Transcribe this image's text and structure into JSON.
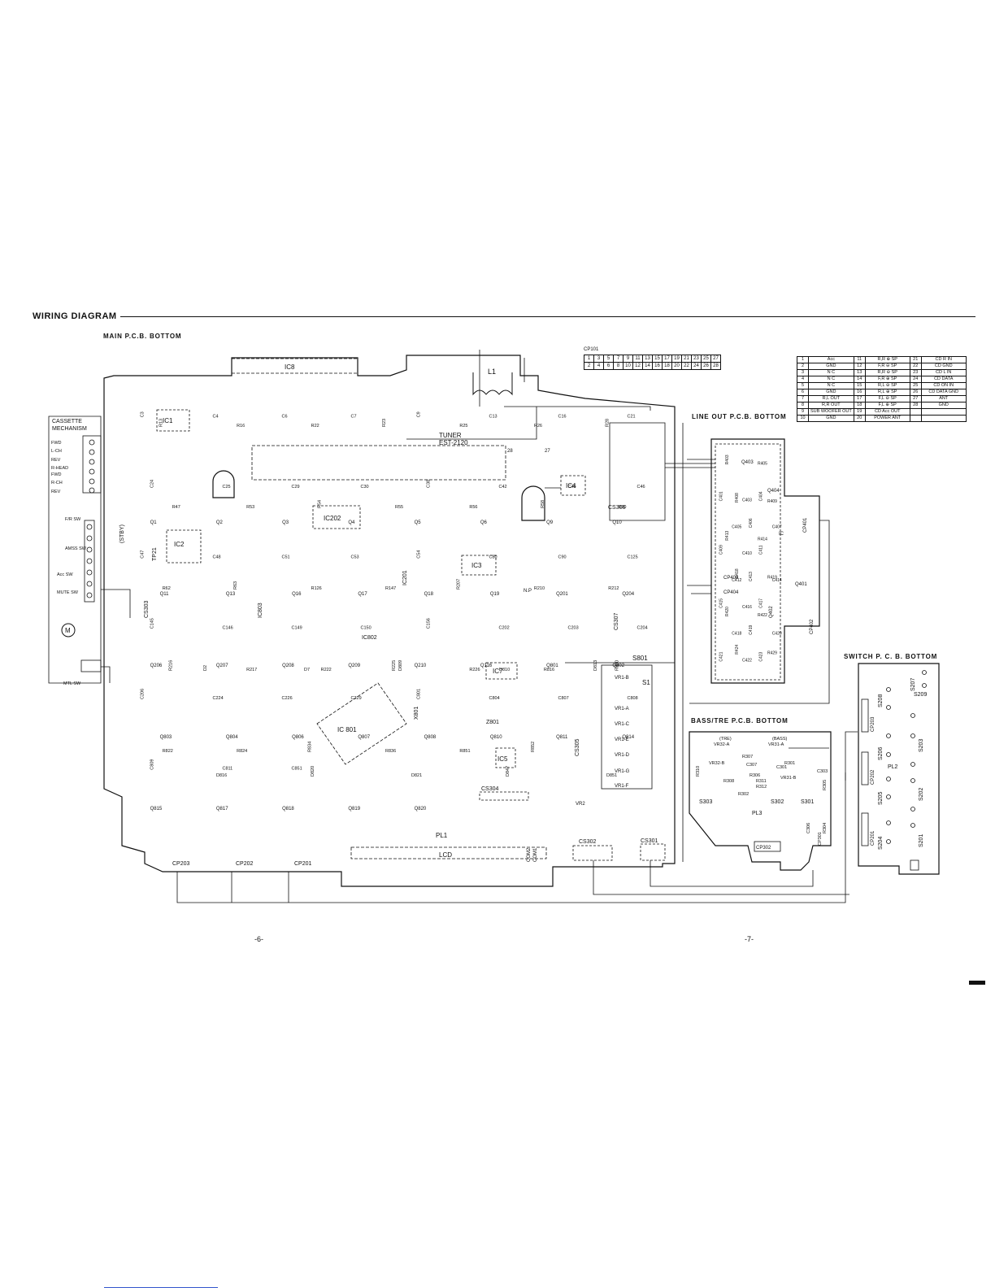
{
  "header": {
    "title": "WIRING DIAGRAM"
  },
  "boards": {
    "main": "MAIN P.C.B.  BOTTOM",
    "line_out": "LINE OUT P.C.B. BOTTOM",
    "switch": "SWITCH P. C. B.  BOTTOM",
    "bass_tre": "BASS/TRE P.C.B. BOTTOM"
  },
  "cassette": {
    "title_line1": "CASSETTE",
    "title_line2": "MECHANISM",
    "pins": [
      "FWD",
      "L-CH",
      "REV",
      "R-HEAD",
      "FWD",
      "R-CH",
      "REV"
    ],
    "switches": [
      "F/R SW",
      "AMSS SW",
      "Acc SW",
      "MUTE SW"
    ],
    "motor": "M",
    "mtl_sw": "MTL SW"
  },
  "connector_cp101": {
    "label": "CP101",
    "row_odd": [
      "1",
      "3",
      "5",
      "7",
      "9",
      "11",
      "13",
      "15",
      "17",
      "19",
      "21",
      "23",
      "25",
      "27"
    ],
    "row_even": [
      "2",
      "4",
      "6",
      "8",
      "10",
      "12",
      "14",
      "16",
      "18",
      "20",
      "22",
      "24",
      "26",
      "28"
    ]
  },
  "pin_table": {
    "rows": [
      [
        "1",
        "Acc",
        "11",
        "R,R ⊕ SP",
        "21",
        "CD R IN"
      ],
      [
        "2",
        "GND",
        "12",
        "F,R ⊖ SP",
        "22",
        "CD GND"
      ],
      [
        "3",
        "N C",
        "13",
        "R,R ⊖ SP",
        "23",
        "CD L IN"
      ],
      [
        "4",
        "N C",
        "14",
        "F,R ⊕ SP",
        "24",
        "CD DATA"
      ],
      [
        "5",
        "N C",
        "15",
        "R,L ⊖ SP",
        "25",
        "CD ON IN"
      ],
      [
        "6",
        "GND",
        "16",
        "R,L ⊕ SP",
        "26",
        "CD DATA GND"
      ],
      [
        "7",
        "R,L OUT",
        "17",
        "F,L ⊖ SP",
        "27",
        "ANT"
      ],
      [
        "8",
        "R,R OUT",
        "18",
        "F,L ⊕ SP",
        "28",
        "GND"
      ],
      [
        "9",
        "SUB WOOFER OUT",
        "19",
        "CD Acc OUT",
        "",
        ""
      ],
      [
        "10",
        "GND",
        "20",
        "POWER ANT",
        "",
        ""
      ]
    ]
  },
  "main_labels": {
    "ic8": "IC8",
    "ic1": "IC1",
    "ic2": "IC2",
    "ic3": "IC3",
    "ic4": "IC4",
    "ic5": "IC5",
    "ic7": "IC7",
    "ic201": "IC201",
    "ic202": "IC202",
    "ic801": "IC 801",
    "ic802": "IC802",
    "ic803": "IC803",
    "tuner_line1": "TUNER",
    "tuner_line2": "EST-2120",
    "l1": "L1",
    "lcd": "LCD",
    "pl1": "PL1",
    "s801": "S801",
    "s1": "S1",
    "x801": "X801",
    "tp21": "TP21",
    "stby": "(STBY)",
    "cs302": "CS302",
    "cs301": "CS301",
    "cs303": "CS303",
    "cs304": "CS304",
    "cs305": "CS305",
    "cs306": "CS306",
    "cs307": "CS307",
    "cp201": "CP201",
    "cp202": "CP202",
    "cp203": "CP203",
    "com1": "COM1",
    "com2": "COM2",
    "vr_labels": [
      "VR1-B",
      "VR1-A",
      "VR1-C",
      "VR1-E",
      "VR1-D",
      "VR1-G",
      "VR1-F"
    ],
    "vr2": "VR2",
    "pin27": "27",
    "pin28": "28",
    "q_labels": [
      "Q1",
      "Q2",
      "Q3",
      "Q4",
      "Q5",
      "Q6",
      "Q9",
      "Q10",
      "Q11",
      "Q13",
      "Q16",
      "Q17",
      "Q18",
      "Q19",
      "Q201",
      "Q204",
      "Q206",
      "Q207",
      "Q208",
      "Q209",
      "Q210",
      "Q116",
      "Q801",
      "Q802",
      "Q803",
      "Q804",
      "Q806",
      "Q807",
      "Q808",
      "Q810",
      "Q811",
      "Q814",
      "Q815",
      "Q817",
      "Q818",
      "Q819",
      "Q820"
    ],
    "r_labels": [
      "R13",
      "R16",
      "R22",
      "R23",
      "R25",
      "R26",
      "R28",
      "R47",
      "R53",
      "R54",
      "R55",
      "R56",
      "R58",
      "R60",
      "R62",
      "R63",
      "R126",
      "R147",
      "R207",
      "R210",
      "R212",
      "R216",
      "R217",
      "R222",
      "R225",
      "R226",
      "R816",
      "R820",
      "R822",
      "R824",
      "R834",
      "R836",
      "R851",
      "R852"
    ],
    "c_labels": [
      "C3",
      "C4",
      "C6",
      "C7",
      "C9",
      "C13",
      "C16",
      "C21",
      "C24",
      "C25",
      "C29",
      "C30",
      "C38",
      "C42",
      "C45",
      "C46",
      "C47",
      "C48",
      "C51",
      "C53",
      "C54",
      "C80",
      "C90",
      "C125",
      "C145",
      "C146",
      "C149",
      "C150",
      "C156",
      "C202",
      "C203",
      "C204",
      "C206",
      "C224",
      "C226",
      "C229",
      "C801",
      "C804",
      "C807",
      "C808",
      "C809",
      "C811",
      "C851"
    ],
    "d_labels": [
      "D2",
      "D7",
      "D809",
      "D810",
      "D813",
      "D816",
      "D820",
      "D821",
      "D847",
      "D851"
    ],
    "z801": "Z801",
    "n_p": "N.P"
  },
  "line_out_labels": {
    "q403": "Q403",
    "q404": "Q404",
    "ic": "IC",
    "cp401": "CP401",
    "cp402": "CP402",
    "cp403": "CP403",
    "cp404": "CP404",
    "q401": "Q401",
    "q402": "Q402",
    "c_labels": [
      "C401",
      "C403",
      "C404",
      "C405",
      "C406",
      "C407",
      "C409",
      "C410",
      "C411",
      "C412",
      "C413",
      "C414",
      "C415",
      "C416",
      "C417",
      "C418",
      "C419",
      "C420",
      "C421",
      "C422",
      "C423"
    ],
    "r_labels": [
      "R403",
      "R405",
      "R408",
      "R409",
      "R413",
      "R414",
      "R418",
      "R419",
      "R420",
      "R422",
      "R424",
      "R429"
    ]
  },
  "switch_labels": {
    "s201": "S201",
    "s202": "S202",
    "s203": "S203",
    "s204": "S204",
    "s205": "S205",
    "s206": "S206",
    "s207": "S207",
    "s208": "S208",
    "s209": "S209",
    "cp201": "CP201",
    "cp202": "CP202",
    "cp203": "CP203",
    "pl2": "PL2"
  },
  "bass_tre_labels": {
    "tre": "(TRE)",
    "bass": "(BASS)",
    "vr32a": "VR32-A",
    "vr31a": "VR31-A",
    "vr32b": "VR32-B",
    "vr31b": "VR31-B",
    "r307": "R307",
    "r306": "R306",
    "r308": "R308",
    "r310": "R310",
    "r311": "R311",
    "r312": "R312",
    "r302": "R302",
    "r301": "R301",
    "r305": "R305",
    "r304": "R304",
    "c301": "C301",
    "c303": "C303",
    "c306": "C306",
    "c307": "C307",
    "s301": "S301",
    "s302": "S302",
    "s303": "S303",
    "pl3": "PL3",
    "cp301": "CP301",
    "cp302": "CP302"
  },
  "footer": {
    "page_left": "-6-",
    "page_right": "-7-"
  }
}
